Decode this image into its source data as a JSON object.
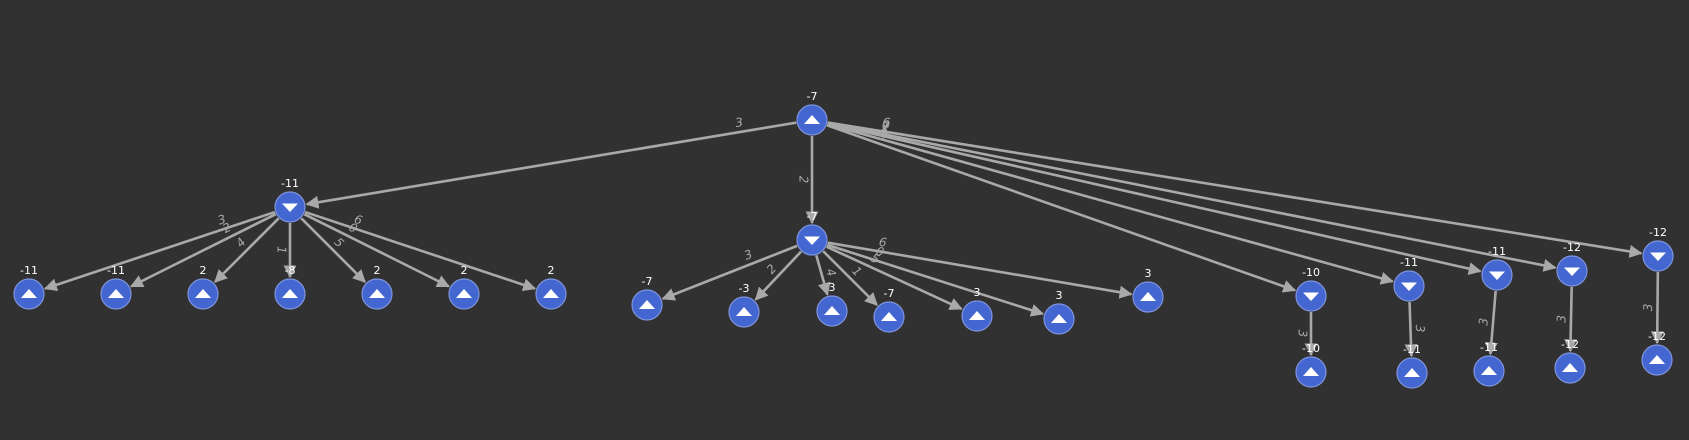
{
  "tree": {
    "nodes": [
      {
        "id": "root",
        "value": "-7",
        "kind": "max"
      },
      {
        "id": "a",
        "value": "-11",
        "kind": "min"
      },
      {
        "id": "a0",
        "value": "-11",
        "kind": "max"
      },
      {
        "id": "a1",
        "value": "-11",
        "kind": "max"
      },
      {
        "id": "a2",
        "value": "2",
        "kind": "max"
      },
      {
        "id": "a3",
        "value": "-8",
        "kind": "max"
      },
      {
        "id": "a4",
        "value": "2",
        "kind": "max"
      },
      {
        "id": "a5",
        "value": "2",
        "kind": "max"
      },
      {
        "id": "a6",
        "value": "2",
        "kind": "max"
      },
      {
        "id": "b",
        "value": "-7",
        "kind": "min"
      },
      {
        "id": "b0",
        "value": "-7",
        "kind": "max"
      },
      {
        "id": "b1",
        "value": "-3",
        "kind": "max"
      },
      {
        "id": "b2",
        "value": "3",
        "kind": "max"
      },
      {
        "id": "b3",
        "value": "-7",
        "kind": "max"
      },
      {
        "id": "b4",
        "value": "3",
        "kind": "max"
      },
      {
        "id": "b5",
        "value": "3",
        "kind": "max"
      },
      {
        "id": "b6",
        "value": "3",
        "kind": "max"
      },
      {
        "id": "c",
        "value": "-10",
        "kind": "min"
      },
      {
        "id": "c0",
        "value": "-10",
        "kind": "max"
      },
      {
        "id": "d",
        "value": "-11",
        "kind": "min"
      },
      {
        "id": "d0",
        "value": "-11",
        "kind": "max"
      },
      {
        "id": "e",
        "value": "-11",
        "kind": "min"
      },
      {
        "id": "e0",
        "value": "-11",
        "kind": "max"
      },
      {
        "id": "f",
        "value": "-12",
        "kind": "min"
      },
      {
        "id": "f0",
        "value": "-12",
        "kind": "max"
      },
      {
        "id": "g",
        "value": "-12",
        "kind": "min"
      },
      {
        "id": "g0",
        "value": "-12",
        "kind": "max"
      }
    ],
    "edges": [
      {
        "from": "root",
        "to": "a",
        "label": "3"
      },
      {
        "from": "root",
        "to": "b",
        "label": "2"
      },
      {
        "from": "root",
        "to": "c",
        "label": "4"
      },
      {
        "from": "root",
        "to": "d",
        "label": "5"
      },
      {
        "from": "root",
        "to": "e",
        "label": "1"
      },
      {
        "from": "root",
        "to": "f",
        "label": "0"
      },
      {
        "from": "root",
        "to": "g",
        "label": "6"
      },
      {
        "from": "a",
        "to": "a0",
        "label": "3"
      },
      {
        "from": "a",
        "to": "a1",
        "label": "2"
      },
      {
        "from": "a",
        "to": "a2",
        "label": "4"
      },
      {
        "from": "a",
        "to": "a3",
        "label": "1"
      },
      {
        "from": "a",
        "to": "a4",
        "label": "5"
      },
      {
        "from": "a",
        "to": "a5",
        "label": "0"
      },
      {
        "from": "a",
        "to": "a6",
        "label": "6"
      },
      {
        "from": "b",
        "to": "b0",
        "label": "3"
      },
      {
        "from": "b",
        "to": "b1",
        "label": "2"
      },
      {
        "from": "b",
        "to": "b2",
        "label": "4"
      },
      {
        "from": "b",
        "to": "b3",
        "label": "1"
      },
      {
        "from": "b",
        "to": "b4",
        "label": "5"
      },
      {
        "from": "b",
        "to": "b5",
        "label": "0"
      },
      {
        "from": "b",
        "to": "b6",
        "label": "6"
      },
      {
        "from": "c",
        "to": "c0",
        "label": "3"
      },
      {
        "from": "d",
        "to": "d0",
        "label": "3"
      },
      {
        "from": "e",
        "to": "e0",
        "label": "3"
      },
      {
        "from": "f",
        "to": "f0",
        "label": "3"
      },
      {
        "from": "g",
        "to": "g0",
        "label": "3"
      }
    ],
    "colors": {
      "background": "#313131",
      "node": "#4366d0",
      "edge": "#a9a9a9",
      "text": "#ffffff"
    }
  }
}
